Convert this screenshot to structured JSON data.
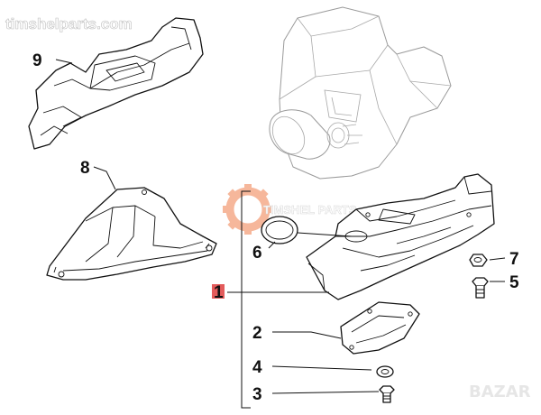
{
  "watermark": {
    "top_left": "timshelparts.com",
    "center": "TIMSHEL PARTS",
    "corner": "BAZAR"
  },
  "callouts": [
    {
      "id": "1",
      "label": "1",
      "highlighted": true
    },
    {
      "id": "2",
      "label": "2"
    },
    {
      "id": "3",
      "label": "3"
    },
    {
      "id": "4",
      "label": "4"
    },
    {
      "id": "5",
      "label": "5"
    },
    {
      "id": "6",
      "label": "6"
    },
    {
      "id": "7",
      "label": "7"
    },
    {
      "id": "8",
      "label": "8"
    },
    {
      "id": "9",
      "label": "9"
    }
  ],
  "colors": {
    "highlight": "#e35b5b",
    "watermark_gear": "#f3a07a",
    "line": "#111111"
  }
}
